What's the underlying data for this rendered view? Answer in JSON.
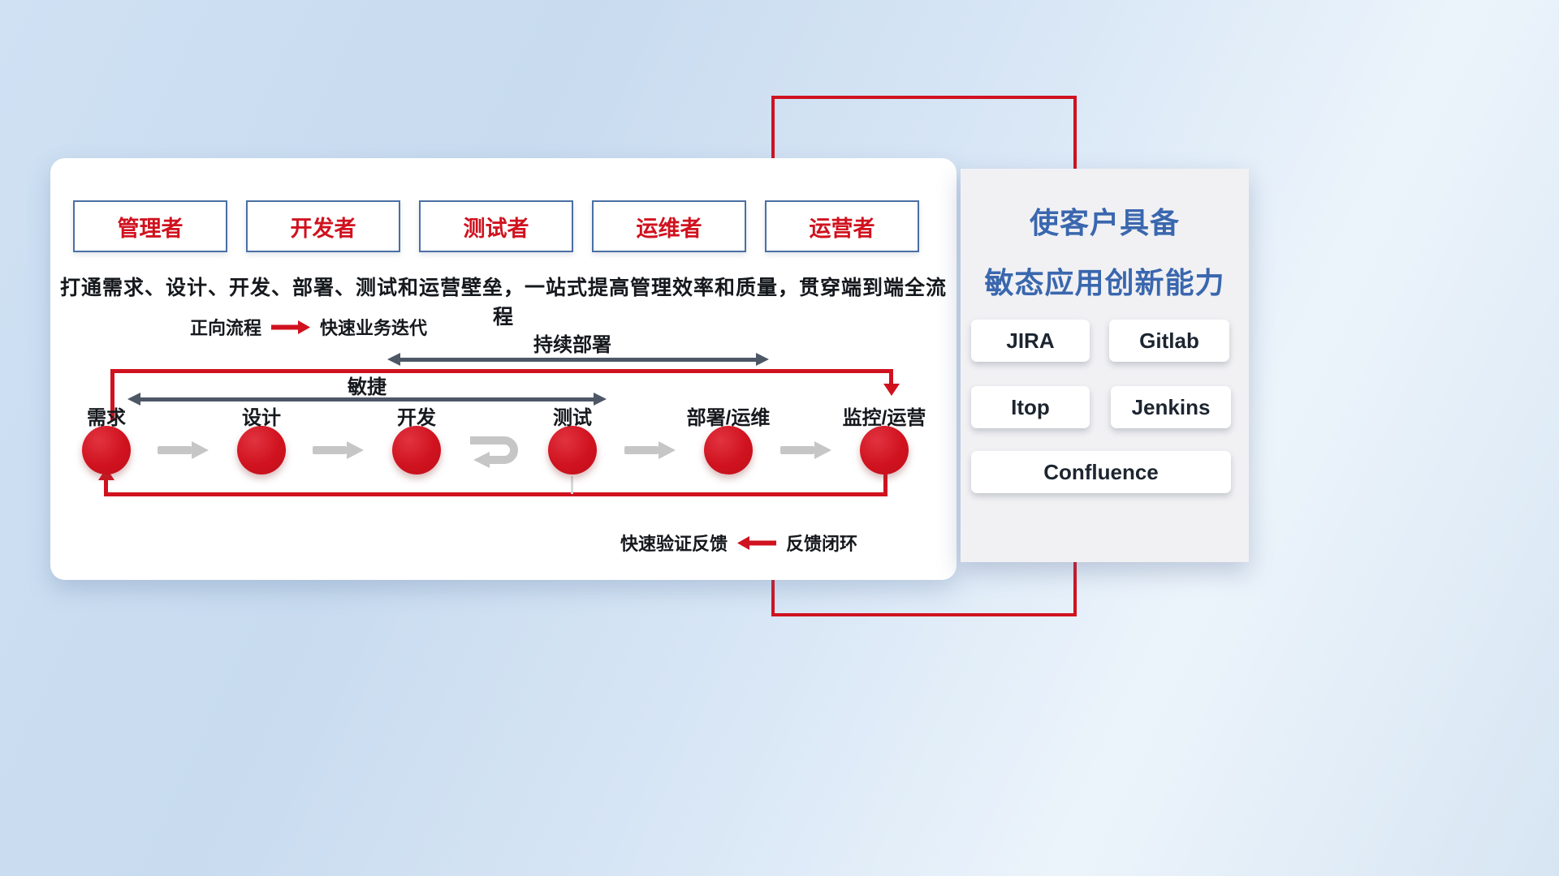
{
  "card": {
    "roles": [
      "管理者",
      "开发者",
      "测试者",
      "运维者",
      "运营者"
    ],
    "subtitle": "打通需求、设计、开发、部署、测试和运营壁垒，一站式提高管理效率和质量，贯穿端到端全流程",
    "forward_legend": {
      "label": "正向流程",
      "text": "快速业务迭代"
    },
    "agile_label": "敏捷",
    "continuous_deploy_label": "持续部署",
    "stages": [
      "需求",
      "设计",
      "开发",
      "测试",
      "部署/运维",
      "监控/运营"
    ],
    "feedback_legend": {
      "label": "快速验证反馈",
      "text": "反馈闭环"
    }
  },
  "panel": {
    "title_line1": "使客户具备",
    "title_line2": "敏态应用创新能力",
    "tools": [
      "JIRA",
      "Gitlab",
      "Itop",
      "Jenkins",
      "Confluence"
    ]
  },
  "colors": {
    "accent_red": "#d0121f",
    "title_blue": "#3a67ae",
    "dark_arrow": "#4d5766",
    "light_arrow": "#c6c6c6",
    "role_border_blue": "#4a6fa3"
  }
}
